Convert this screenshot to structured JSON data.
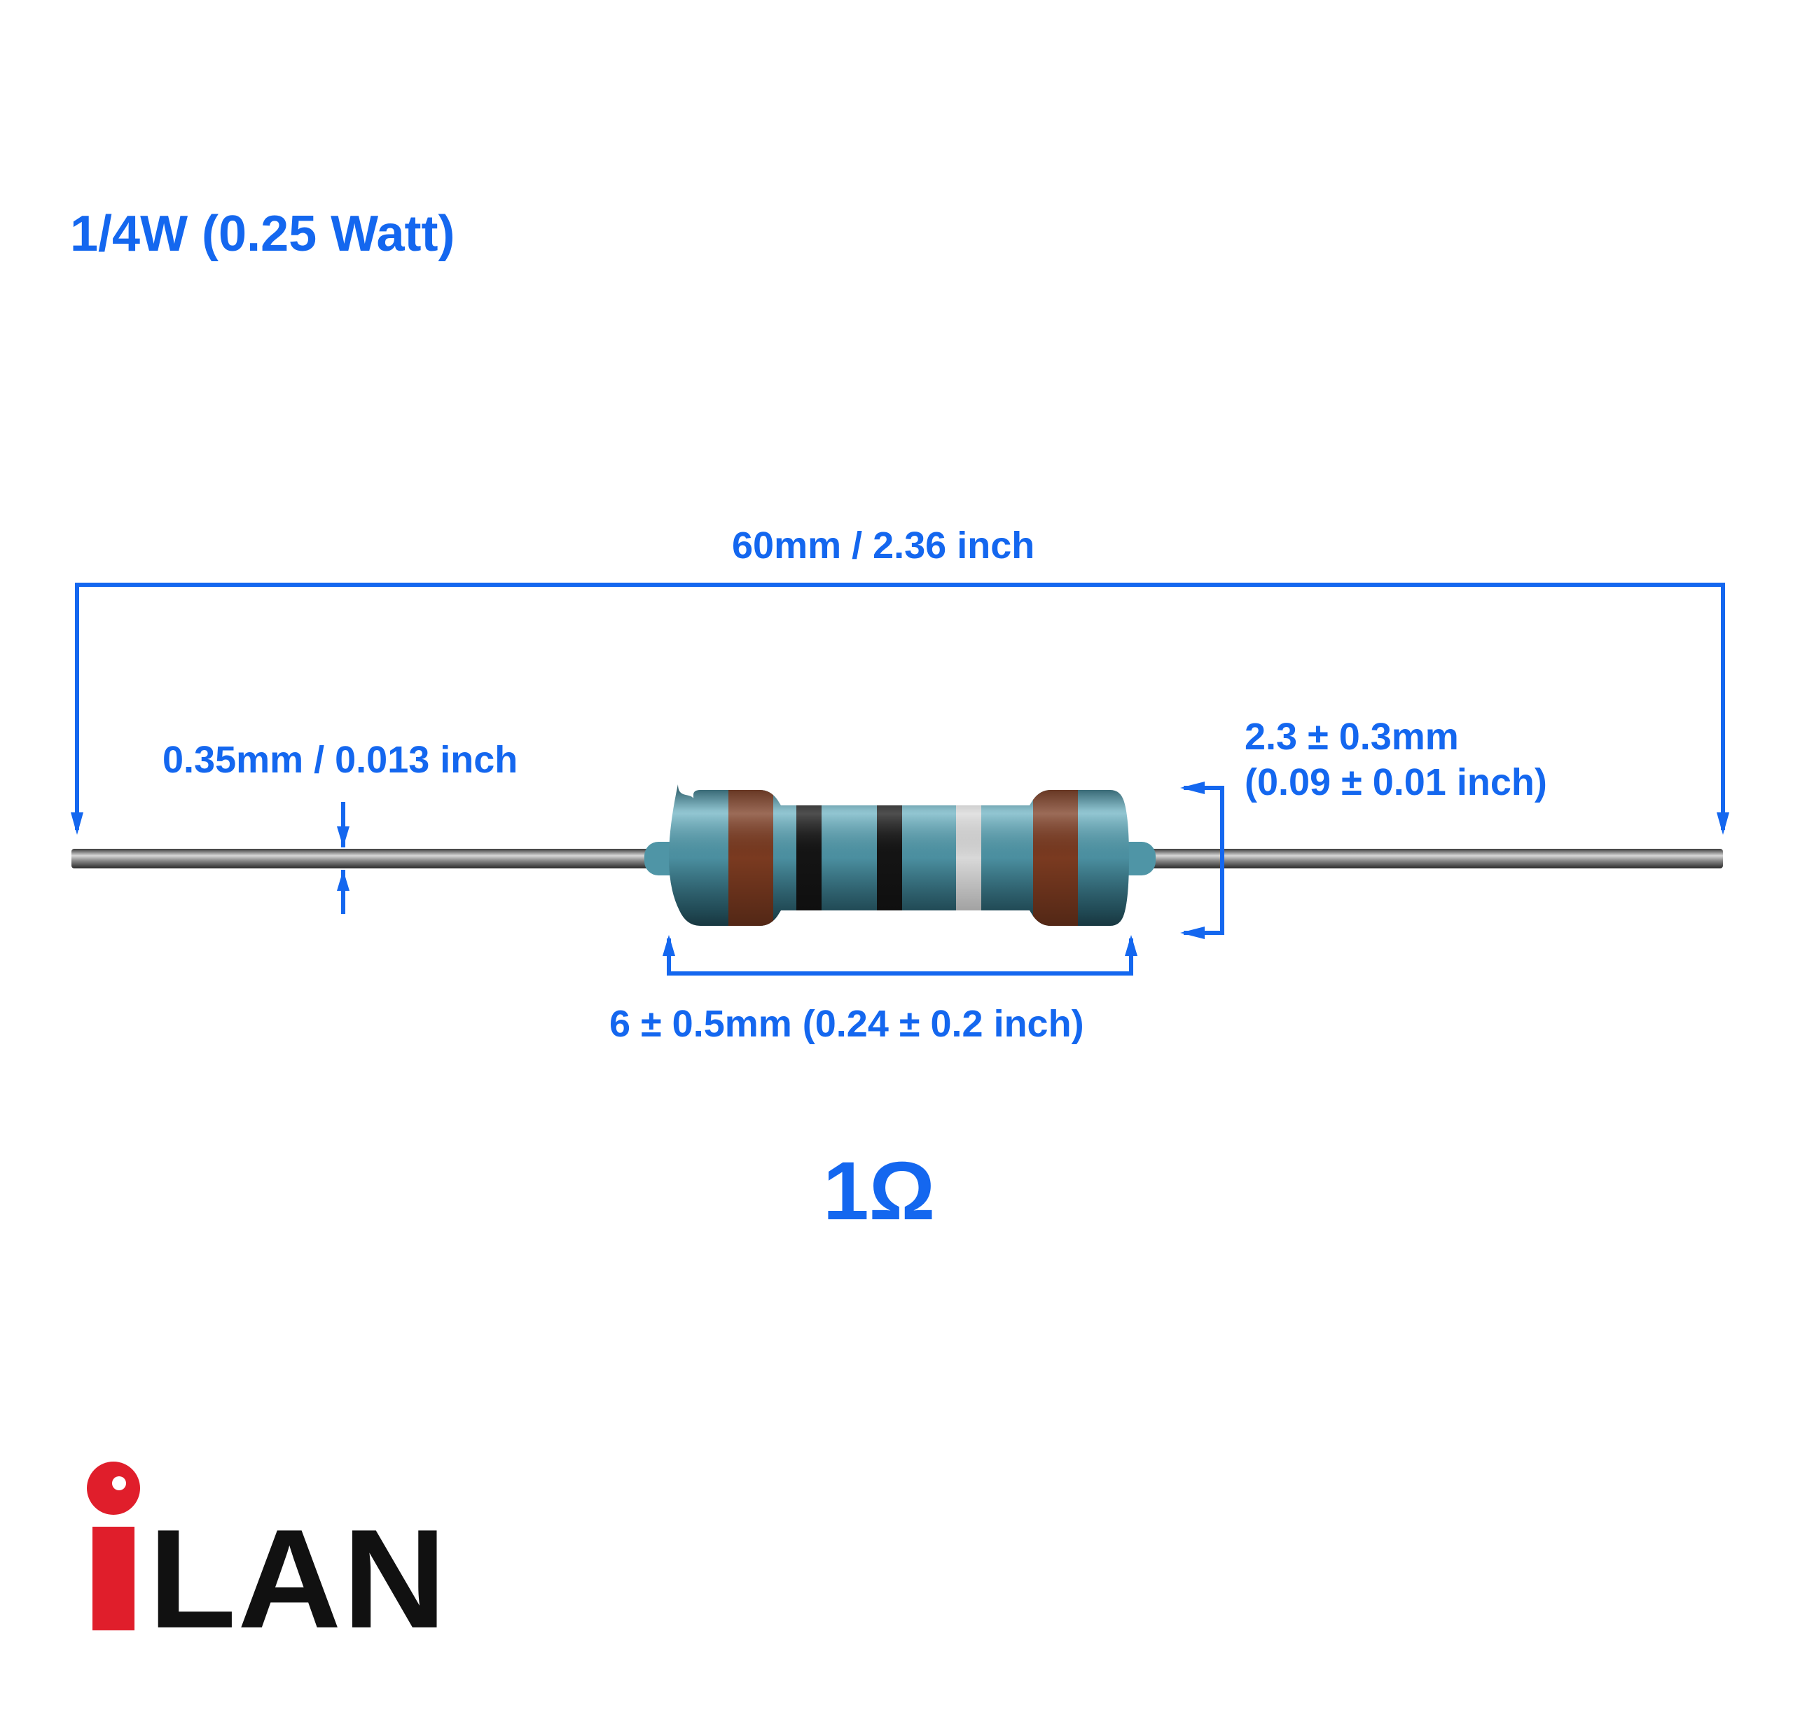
{
  "title": "1/4W (0.25 Watt)",
  "dimensions": {
    "overall_length": "60mm / 2.36 inch",
    "lead_diameter": "0.35mm / 0.013 inch",
    "body_diameter_mm": "2.3 ± 0.3mm",
    "body_diameter_inch": "(0.09 ± 0.01 inch)",
    "body_length": "6 ± 0.5mm (0.24 ± 0.2 inch)"
  },
  "resistance_value": "1Ω",
  "logo": {
    "text": "iLAN",
    "letters_after_i": "LAN"
  },
  "colors": {
    "annotation_blue": "#1467ef",
    "resistor_body": "#4f95a6",
    "lead_wire": "#8a8a8a",
    "logo_red": "#e01e2b",
    "logo_black": "#111111"
  },
  "color_bands": [
    {
      "name": "brown",
      "color": "#7a3a20"
    },
    {
      "name": "black",
      "color": "#141414"
    },
    {
      "name": "black",
      "color": "#141414"
    },
    {
      "name": "silver",
      "color": "#d8d8d8"
    },
    {
      "name": "brown",
      "color": "#7a3a20"
    }
  ]
}
